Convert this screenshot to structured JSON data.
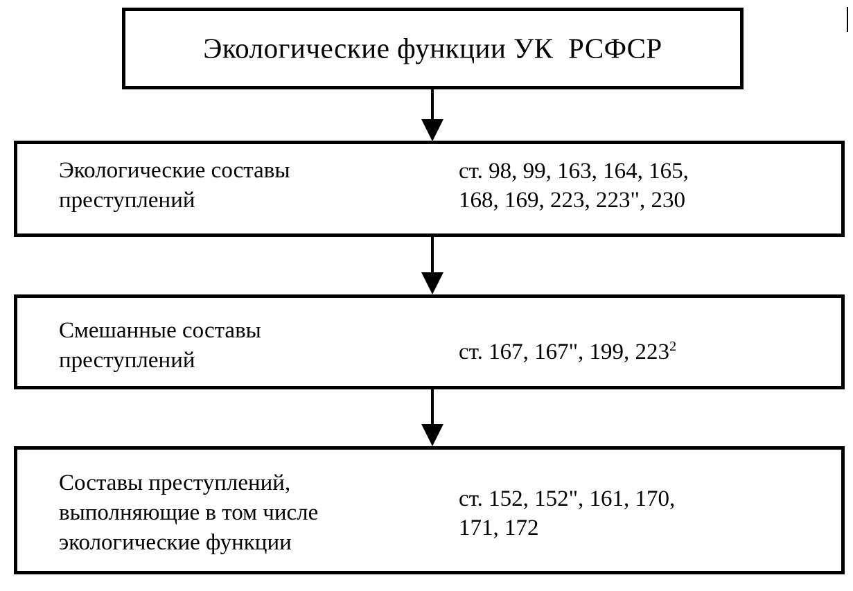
{
  "diagram": {
    "title": "Экологические функции УК  РСФСР",
    "rows": [
      {
        "label": "Экологические составы\nпреступлений",
        "articles_prefix": "ст. 98, 99, 163, 164, 165,\n168, 169, 223, 223\", 230",
        "articles_superscript": ""
      },
      {
        "label": "Смешанные составы\nпреступлений",
        "articles_prefix": "ст. 167, 167\", 199, 223",
        "articles_superscript": "2"
      },
      {
        "label": "Составы преступлений,\nвыполняющие в том числе\nэкологические функции",
        "articles_prefix": "ст. 152, 152\", 161, 170,\n171, 172",
        "articles_superscript": ""
      }
    ],
    "connectors": [
      {
        "name": "arrow-title-to-eco",
        "direction": "down"
      },
      {
        "name": "arrow-eco-to-mixed",
        "direction": "down"
      },
      {
        "name": "arrow-mixed-to-partial",
        "direction": "down"
      }
    ],
    "colors": {
      "background": "#ffffff",
      "ink": "#000000"
    }
  }
}
